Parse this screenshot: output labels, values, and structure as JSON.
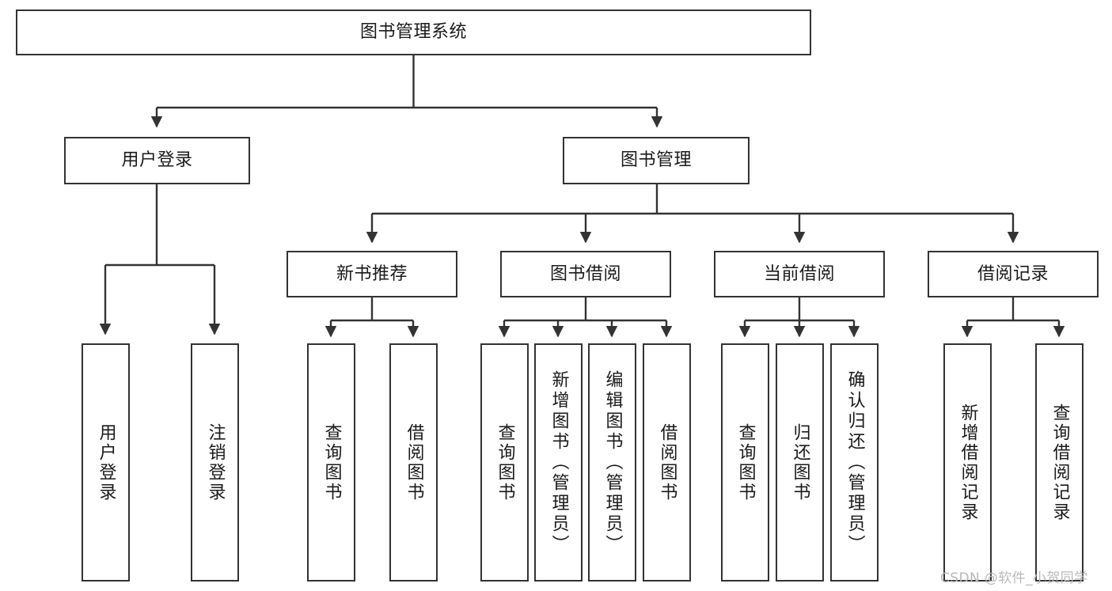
{
  "diagram": {
    "type": "tree",
    "title": "图书管理系统",
    "orientation": "top-down",
    "style": {
      "box_border_color": "#333333",
      "box_fill_color": "#ffffff",
      "connector_color": "#333333",
      "background_color": "#ffffff",
      "text_color": "#1a1a1a"
    },
    "root": {
      "label": "图书管理系统"
    },
    "level2": [
      {
        "id": "user-login",
        "label": "用户登录"
      },
      {
        "id": "book-management",
        "label": "图书管理"
      }
    ],
    "level3": [
      {
        "id": "new-book-recommend",
        "label": "新书推荐",
        "parent": "book-management"
      },
      {
        "id": "book-borrow",
        "label": "图书借阅",
        "parent": "book-management"
      },
      {
        "id": "current-borrow",
        "label": "当前借阅",
        "parent": "book-management"
      },
      {
        "id": "borrow-record",
        "label": "借阅记录",
        "parent": "book-management"
      }
    ],
    "leaves": {
      "user_login": [
        {
          "id": "leaf-user-login",
          "label": "用户登录"
        },
        {
          "id": "leaf-logout-login",
          "label": "注销登录"
        }
      ],
      "new_book_recommend": [
        {
          "id": "leaf-query-book-1",
          "label": "查询图书"
        },
        {
          "id": "leaf-borrow-book-1",
          "label": "借阅图书"
        }
      ],
      "book_borrow": [
        {
          "id": "leaf-query-book-2",
          "label": "查询图书"
        },
        {
          "id": "leaf-add-book",
          "label": "新增图书（管理员）"
        },
        {
          "id": "leaf-edit-book",
          "label": "编辑图书（管理员）"
        },
        {
          "id": "leaf-borrow-book-2",
          "label": "借阅图书"
        }
      ],
      "current_borrow": [
        {
          "id": "leaf-query-book-3",
          "label": "查询图书"
        },
        {
          "id": "leaf-return-book",
          "label": "归还图书"
        },
        {
          "id": "leaf-confirm-return",
          "label": "确认归还（管理员）"
        }
      ],
      "borrow_record": [
        {
          "id": "leaf-add-record",
          "label": "新增借阅记录"
        },
        {
          "id": "leaf-query-record",
          "label": "查询借阅记录"
        }
      ]
    }
  },
  "watermark": {
    "text": "CSDN @软件_小贺同学"
  }
}
